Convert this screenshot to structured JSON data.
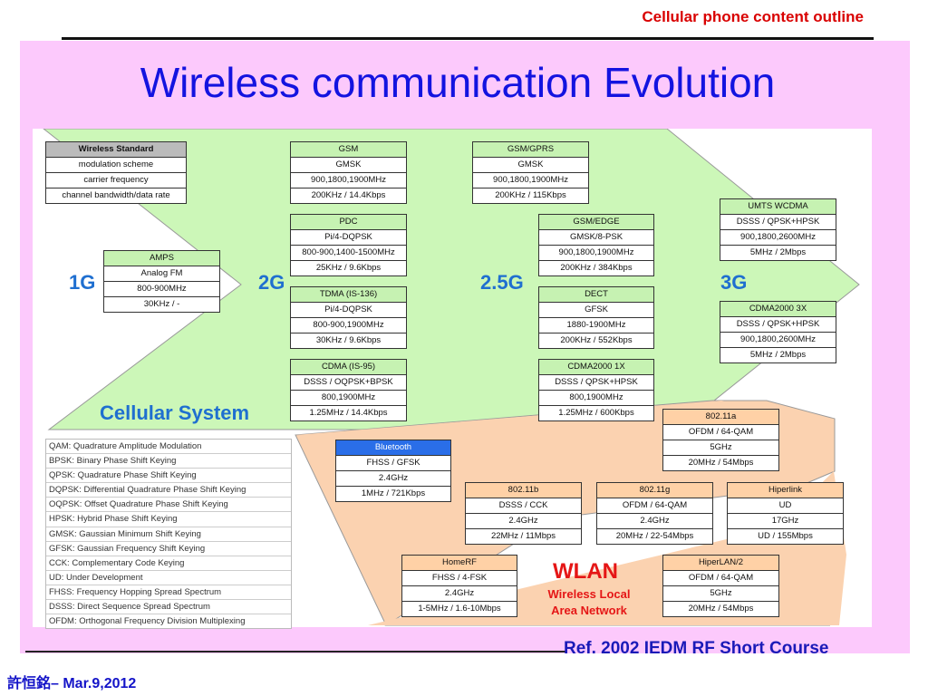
{
  "header": {
    "outline": "Cellular phone content outline"
  },
  "title": "Wireless communication Evolution",
  "legend_card": [
    "Wireless Standard",
    "modulation scheme",
    "carrier frequency",
    "channel bandwidth/data rate"
  ],
  "generations": {
    "g1": "1G",
    "g2": "2G",
    "g25": "2.5G",
    "g3": "3G"
  },
  "cellular_label": "Cellular System",
  "cellular_cards": [
    {
      "id": "amps",
      "rows": [
        "AMPS",
        "Analog FM",
        "800-900MHz",
        "30KHz / -"
      ]
    },
    {
      "id": "gsm",
      "rows": [
        "GSM",
        "GMSK",
        "900,1800,1900MHz",
        "200KHz / 14.4Kbps"
      ]
    },
    {
      "id": "pdc",
      "rows": [
        "PDC",
        "Pi/4-DQPSK",
        "800-900,1400-1500MHz",
        "25KHz / 9.6Kbps"
      ]
    },
    {
      "id": "tdma",
      "rows": [
        "TDMA (IS-136)",
        "Pi/4-DQPSK",
        "800-900,1900MHz",
        "30KHz / 9.6Kbps"
      ]
    },
    {
      "id": "cdma",
      "rows": [
        "CDMA (IS-95)",
        "DSSS / OQPSK+BPSK",
        "800,1900MHz",
        "1.25MHz / 14.4Kbps"
      ]
    },
    {
      "id": "gsmgprs",
      "rows": [
        "GSM/GPRS",
        "GMSK",
        "900,1800,1900MHz",
        "200KHz / 115Kbps"
      ]
    },
    {
      "id": "gsmedge",
      "rows": [
        "GSM/EDGE",
        "GMSK/8-PSK",
        "900,1800,1900MHz",
        "200KHz / 384Kbps"
      ]
    },
    {
      "id": "dect",
      "rows": [
        "DECT",
        "GFSK",
        "1880-1900MHz",
        "200KHz / 552Kbps"
      ]
    },
    {
      "id": "cdma1x",
      "rows": [
        "CDMA2000 1X",
        "DSSS / QPSK+HPSK",
        "800,1900MHz",
        "1.25MHz / 600Kbps"
      ]
    },
    {
      "id": "umts",
      "rows": [
        "UMTS WCDMA",
        "DSSS / QPSK+HPSK",
        "900,1800,2600MHz",
        "5MHz / 2Mbps"
      ]
    },
    {
      "id": "cdma3x",
      "rows": [
        "CDMA2000 3X",
        "DSSS / QPSK+HPSK",
        "900,1800,2600MHz",
        "5MHz / 2Mbps"
      ]
    }
  ],
  "wlan_cards": [
    {
      "id": "bluetooth",
      "rows": [
        "Bluetooth",
        "FHSS / GFSK",
        "2.4GHz",
        "1MHz / 721Kbps"
      ]
    },
    {
      "id": "w80211a",
      "rows": [
        "802.11a",
        "OFDM / 64-QAM",
        "5GHz",
        "20MHz / 54Mbps"
      ]
    },
    {
      "id": "w80211b",
      "rows": [
        "802.11b",
        "DSSS / CCK",
        "2.4GHz",
        "22MHz / 11Mbps"
      ]
    },
    {
      "id": "w80211g",
      "rows": [
        "802.11g",
        "OFDM / 64-QAM",
        "2.4GHz",
        "20MHz / 22-54Mbps"
      ]
    },
    {
      "id": "hiperlink",
      "rows": [
        "Hiperlink",
        "UD",
        "17GHz",
        "UD / 155Mbps"
      ]
    },
    {
      "id": "homerf",
      "rows": [
        "HomeRF",
        "FHSS / 4-FSK",
        "2.4GHz",
        "1-5MHz / 1.6-10Mbps"
      ]
    },
    {
      "id": "hiperlan2",
      "rows": [
        "HiperLAN/2",
        "OFDM / 64-QAM",
        "5GHz",
        "20MHz / 54Mbps"
      ]
    }
  ],
  "wlan": {
    "title": "WLAN",
    "sub1": "Wireless Local",
    "sub2": "Area Network"
  },
  "abbreviations": [
    "QAM: Quadrature Amplitude Modulation",
    "BPSK: Binary Phase Shift Keying",
    "QPSK: Quadrature Phase Shift Keying",
    "DQPSK: Differential Quadrature Phase Shift Keying",
    "OQPSK: Offset Quadrature Phase Shift Keying",
    "HPSK: Hybrid Phase Shift Keying",
    "GMSK: Gaussian Minimum Shift Keying",
    "GFSK: Gaussian Frequency Shift Keying",
    "CCK: Complementary Code Keying",
    "UD: Under Development",
    "FHSS: Frequency Hopping Spread Spectrum",
    "DSSS: Direct Sequence Spread Spectrum",
    "OFDM:  Orthogonal Frequency Division Multiplexing"
  ],
  "footer": {
    "reference": "Ref. 2002 IEDM RF Short Course",
    "author": "許恒銘– Mar.9,2012"
  },
  "colors": {
    "cellular_fill": "#ccf7b8",
    "wlan_fill": "#fbd2b0",
    "panel": "#fcc9fc",
    "title": "#1313e0"
  }
}
